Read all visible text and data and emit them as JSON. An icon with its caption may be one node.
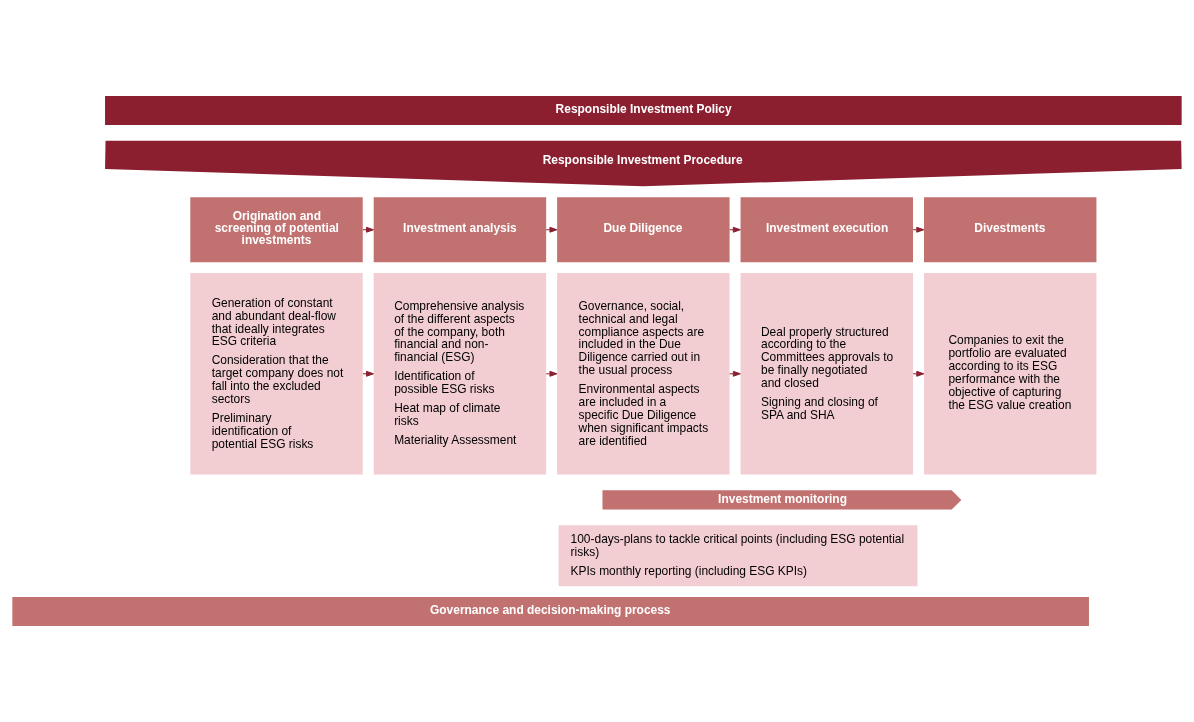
{
  "diagram": {
    "nodes": [
      {
        "text": [
          "Responsible Investment Policy"
        ]
      },
      {
        "text": [
          "Responsible Investment Procedure"
        ]
      },
      {
        "text": [
          "Origination and screening of potential investments"
        ]
      },
      {
        "text": [
          "Investment analysis"
        ]
      },
      {
        "text": [
          "Due Diligence"
        ]
      },
      {
        "text": [
          "Investment execution"
        ]
      },
      {
        "text": [
          "Divestments"
        ]
      },
      {
        "text": [
          "Generation of constant and abundant deal-flow that ideally integrates ESG criteria",
          "Consideration that the target company does not fall into the excluded sectors",
          "Preliminary identification of potential ESG risks"
        ]
      },
      {
        "text": [
          "Comprehensive analysis of the different aspects of the company, both financial and non-financial (ESG)",
          "Identification of possible ESG risks",
          "Heat map of climate risks",
          "Materiality Assessment"
        ]
      },
      {
        "text": [
          "Governance, social, technical and legal compliance aspects are included in the Due Diligence carried out in the usual process",
          "Environmental aspects are included in a specific Due Diligence when significant impacts are identified"
        ]
      },
      {
        "text": [
          "Deal properly structured according to the Committees approvals to be finally negotiated and closed",
          "Signing and closing of SPA and SHA"
        ]
      },
      {
        "text": [
          "Companies to exit the portfolio are evaluated according to its ESG performance with the objective of capturing the ESG value creation"
        ]
      },
      {
        "text": [
          "Investment monitoring"
        ]
      },
      {
        "text": [
          "100-days-plans to tackle critical points (including ESG potential risks)",
          "KPIs monthly reporting (including ESG KPIs)"
        ]
      },
      {
        "text": [
          "Governance and decision-making process"
        ]
      }
    ],
    "edges": [
      {
        "from": 2,
        "to": 3,
        "arrow": "to"
      },
      {
        "from": 3,
        "to": 4,
        "arrow": "to"
      },
      {
        "from": 4,
        "to": 5,
        "arrow": "to"
      },
      {
        "from": 5,
        "to": 6,
        "arrow": "to"
      },
      {
        "from": 7,
        "to": 8,
        "arrow": "to"
      },
      {
        "from": 8,
        "to": 9,
        "arrow": "to"
      },
      {
        "from": 9,
        "to": 10,
        "arrow": "to"
      },
      {
        "from": 10,
        "to": 11,
        "arrow": "to"
      }
    ]
  }
}
